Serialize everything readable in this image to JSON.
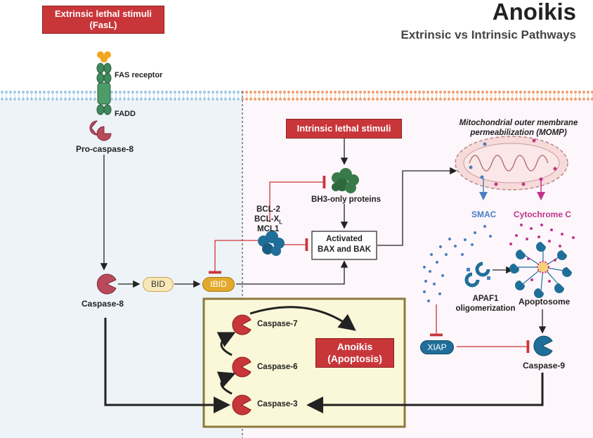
{
  "title": "Anoikis",
  "subtitle": "Extrinsic vs Intrinsic Pathways",
  "extrinsic_stimuli": {
    "line1": "Extrinsic lethal stimuli",
    "line2": "(FasL)"
  },
  "intrinsic_stimuli": "Intrinsic lethal stimuli",
  "fas_receptor": "FAS receptor",
  "fadd": "FADD",
  "pro_caspase8": "Pro-caspase-8",
  "caspase8": "Caspase-8",
  "bid": "BID",
  "tbid": "tBID",
  "bh3": "BH3-only proteins",
  "bcl": {
    "bcl2": "BCL-2",
    "bclxl": "BCL-X",
    "bclxl_sub": "L",
    "mcl1": "MCL1"
  },
  "bax": {
    "line1": "Activated",
    "line2": "BAX and BAK"
  },
  "momp": {
    "line1": "Mitochondrial outer membrane",
    "line2": "permeabilization (MOMP)"
  },
  "smac": "SMAC",
  "cytochrome": "Cytochrome C",
  "apaf1": {
    "line1": "APAF1",
    "line2": "oligomerization"
  },
  "apoptosome": "Apoptosome",
  "xiap": "XIAP",
  "caspase9": "Caspase-9",
  "caspase7": "Caspase-7",
  "caspase6": "Caspase-6",
  "caspase3": "Caspase-3",
  "anoikis_box": {
    "line1": "Anoikis",
    "line2": "(Apoptosis)"
  },
  "colors": {
    "red": "#c9363a",
    "arrow": "#222222",
    "inhibit": "#c9363a",
    "smac": "#4a7fc1",
    "cytochrome": "#c0358c",
    "caspase": "#b94a5c",
    "blue_protein": "#1f6f99",
    "green_protein": "#3a7a4a",
    "panel_left": "#eef3f8",
    "panel_right": "#fdf6fb",
    "cascade_bg": "#fbf8d9",
    "cascade_border": "#8c7a3c"
  }
}
